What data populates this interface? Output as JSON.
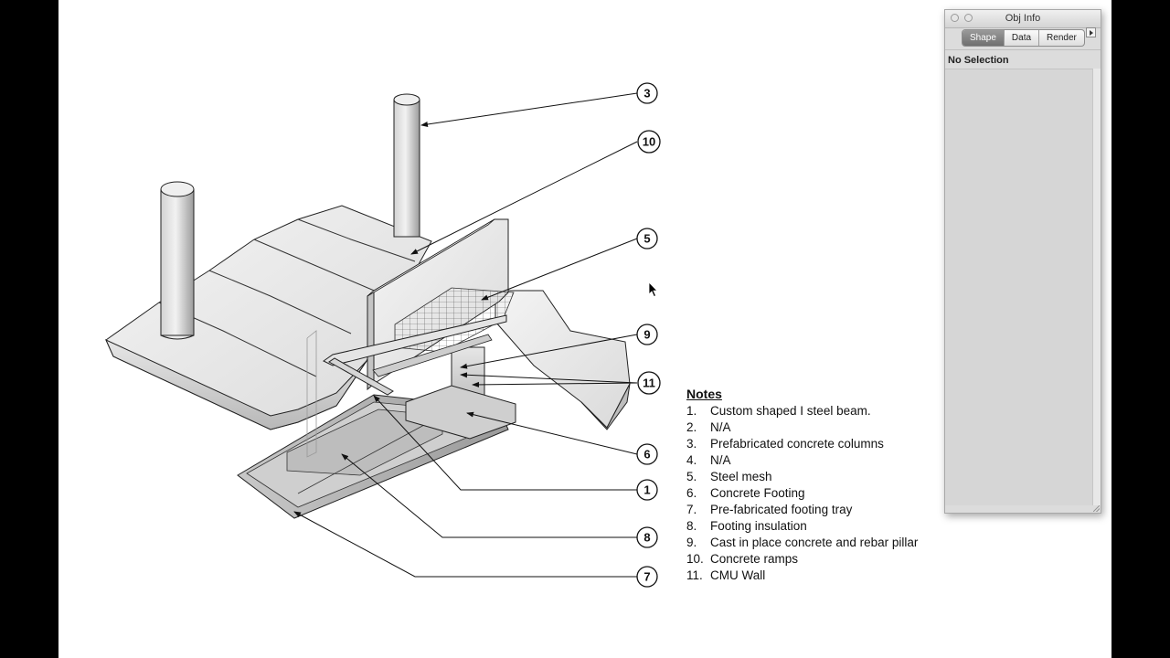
{
  "callouts": [
    {
      "number": "3"
    },
    {
      "number": "10"
    },
    {
      "number": "5"
    },
    {
      "number": "9"
    },
    {
      "number": "11"
    },
    {
      "number": "6"
    },
    {
      "number": "1"
    },
    {
      "number": "8"
    },
    {
      "number": "7"
    }
  ],
  "notes": {
    "title": "Notes",
    "items": [
      {
        "num": "1.",
        "text": "Custom shaped I steel beam."
      },
      {
        "num": "2.",
        "text": "N/A"
      },
      {
        "num": "3.",
        "text": "Prefabricated concrete columns"
      },
      {
        "num": "4.",
        "text": "N/A"
      },
      {
        "num": "5.",
        "text": "Steel mesh"
      },
      {
        "num": "6.",
        "text": "Concrete Footing"
      },
      {
        "num": "7.",
        "text": "Pre-fabricated footing tray"
      },
      {
        "num": "8.",
        "text": "Footing insulation"
      },
      {
        "num": "9.",
        "text": "Cast in place concrete and rebar pillar"
      },
      {
        "num": "10.",
        "text": "Concrete ramps"
      },
      {
        "num": "11.",
        "text": "CMU Wall"
      }
    ]
  },
  "obj_info_panel": {
    "title": "Obj Info",
    "tabs": [
      "Shape",
      "Data",
      "Render"
    ],
    "active_tab": "Shape",
    "selection_status": "No Selection"
  },
  "colors": {
    "background_frame": "#000000",
    "canvas": "#ffffff",
    "panel": "#dcdcdc",
    "active_tab": "#7f7f7f"
  }
}
